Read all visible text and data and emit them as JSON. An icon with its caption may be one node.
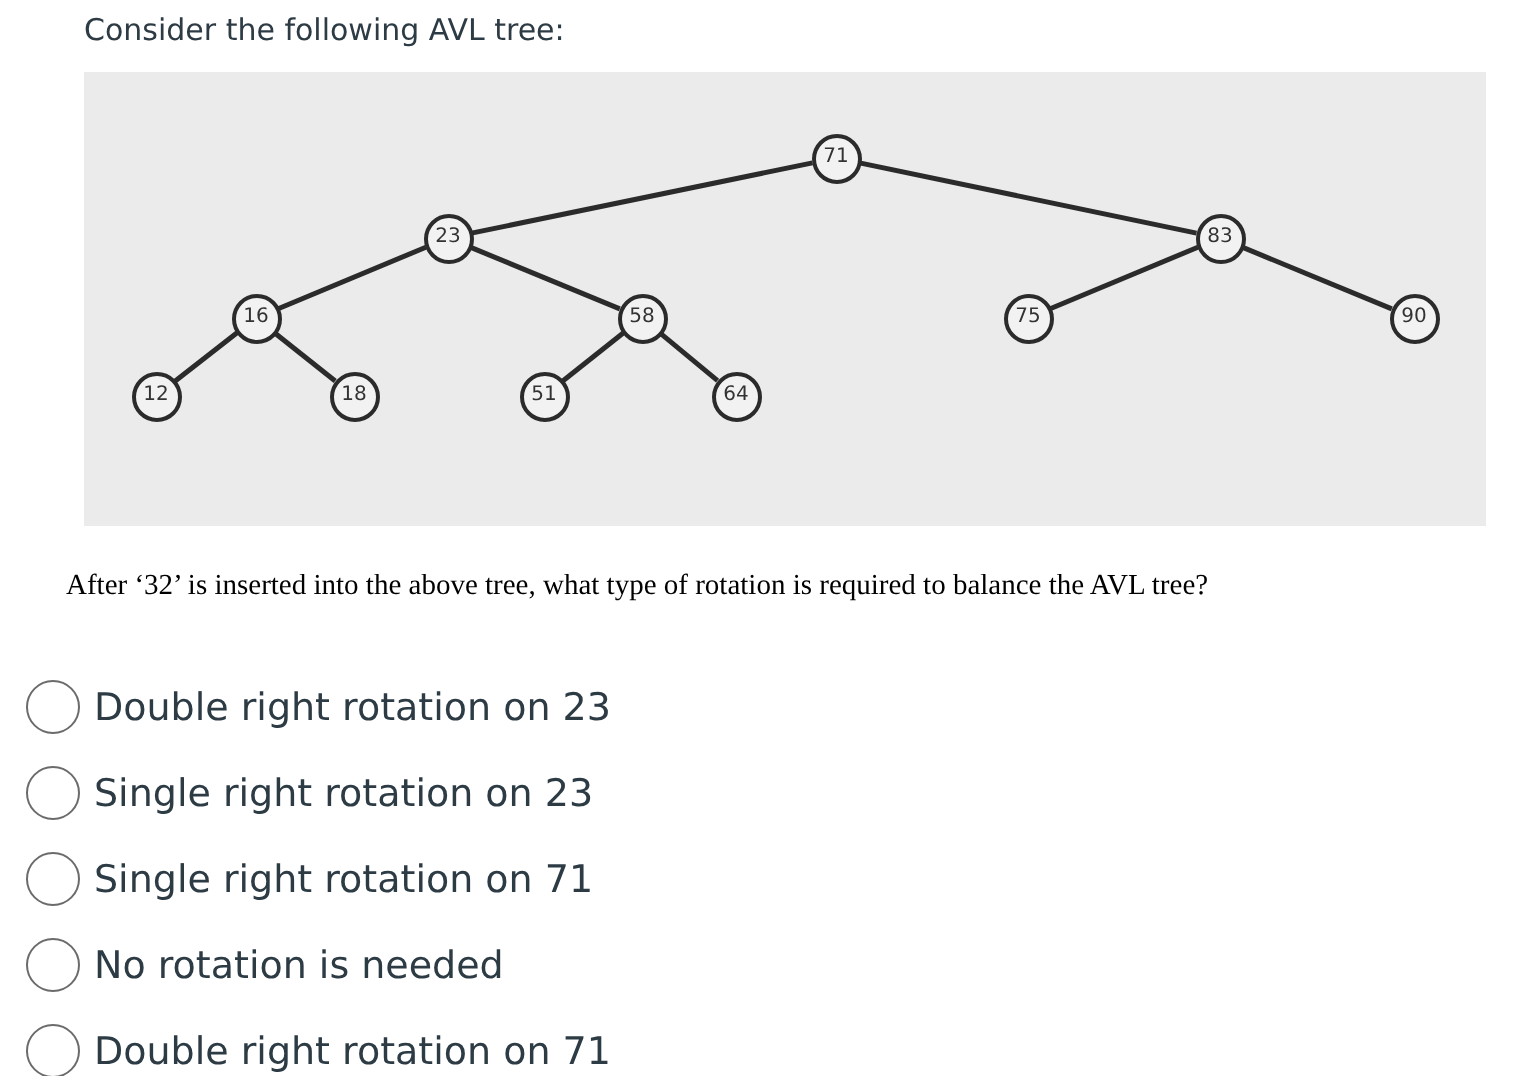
{
  "diagram": {
    "title": "Consider the following AVL tree:",
    "nodes": [
      {
        "text": [
          "71"
        ]
      },
      {
        "text": [
          "23"
        ]
      },
      {
        "text": [
          "83"
        ]
      },
      {
        "text": [
          "16"
        ]
      },
      {
        "text": [
          "58"
        ]
      },
      {
        "text": [
          "75"
        ]
      },
      {
        "text": [
          "90"
        ]
      },
      {
        "text": [
          "12"
        ]
      },
      {
        "text": [
          "18"
        ]
      },
      {
        "text": [
          "51"
        ]
      },
      {
        "text": [
          "64"
        ]
      }
    ],
    "edges": [
      {
        "from": 0,
        "to": 1,
        "arrow": "none"
      },
      {
        "from": 0,
        "to": 2,
        "arrow": "none"
      },
      {
        "from": 1,
        "to": 3,
        "arrow": "none"
      },
      {
        "from": 1,
        "to": 4,
        "arrow": "none"
      },
      {
        "from": 2,
        "to": 5,
        "arrow": "none"
      },
      {
        "from": 2,
        "to": 6,
        "arrow": "none"
      },
      {
        "from": 3,
        "to": 7,
        "arrow": "none"
      },
      {
        "from": 3,
        "to": 8,
        "arrow": "none"
      },
      {
        "from": 4,
        "to": 9,
        "arrow": "none"
      },
      {
        "from": 4,
        "to": 10,
        "arrow": "none"
      }
    ],
    "labels": [
      "After ‘32’ is inserted into the above tree, what type of rotation is required to balance the AVL tree?",
      "Double right rotation on 23",
      "Single right rotation on 23",
      "Single right rotation on 71",
      "No rotation is needed",
      "Double right rotation on 71"
    ]
  }
}
